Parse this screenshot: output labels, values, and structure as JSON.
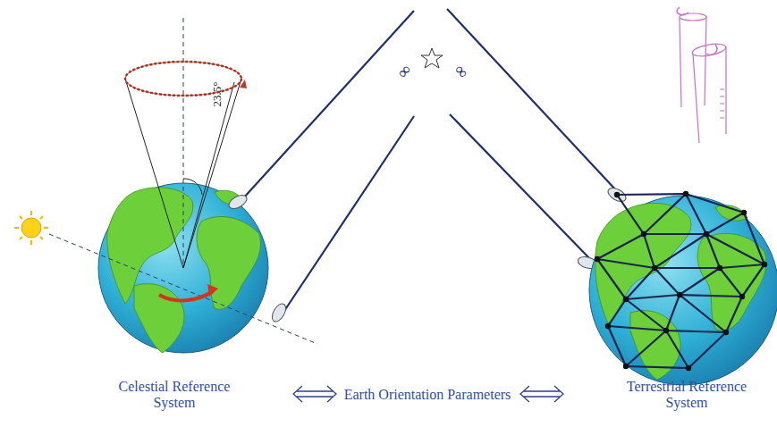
{
  "diagram": {
    "labels": [
      "23.5°",
      "∞",
      "∞",
      "Celestial Reference System",
      "Earth Orientation Parameters",
      "Terrestrial Reference System"
    ]
  }
}
